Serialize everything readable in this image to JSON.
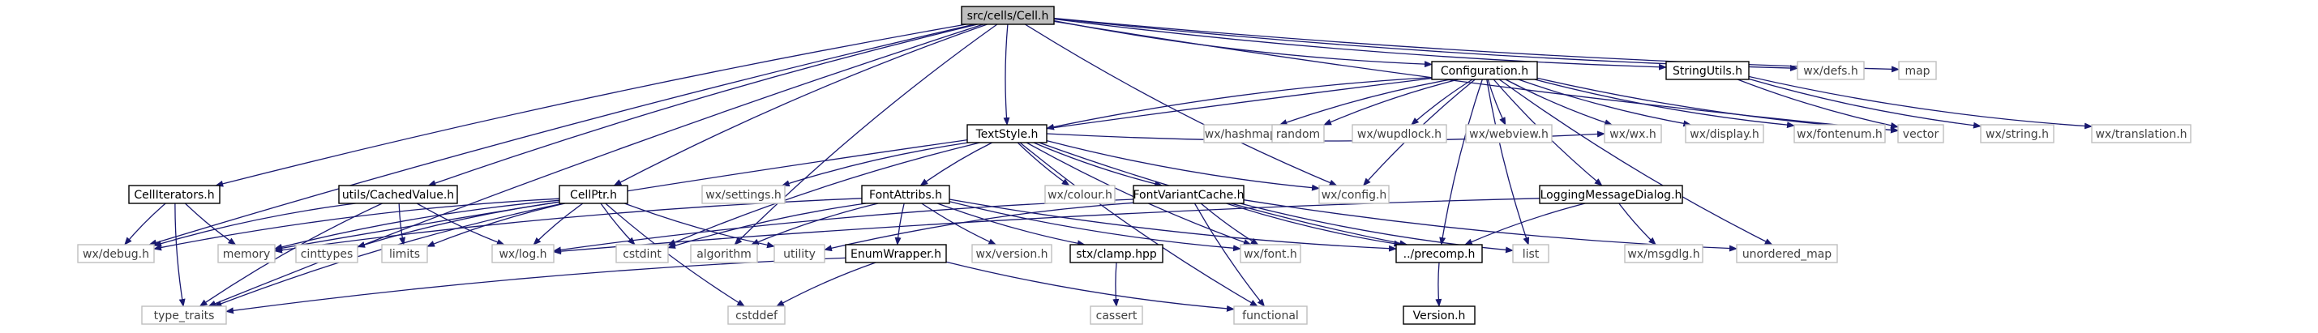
{
  "title": "src/cells/Cell.h",
  "colors": {
    "edge": "#191970",
    "root_fill": "#bfbfbf",
    "doc_border": "#000000",
    "ext_border": "#bfbfbf",
    "ext_text": "#404040",
    "fill": "#ffffff"
  },
  "nodes": [
    {
      "id": "cell",
      "label": "src/cells/Cell.h",
      "kind": "root"
    },
    {
      "id": "stringutils",
      "label": "StringUtils.h",
      "kind": "doc"
    },
    {
      "id": "wxdefs",
      "label": "wx/defs.h",
      "kind": "ext"
    },
    {
      "id": "map",
      "label": "map",
      "kind": "ext"
    },
    {
      "id": "configuration",
      "label": "Configuration.h",
      "kind": "doc"
    },
    {
      "id": "textstyle",
      "label": "TextStyle.h",
      "kind": "doc"
    },
    {
      "id": "wxhashmap",
      "label": "wx/hashmap.h",
      "kind": "ext"
    },
    {
      "id": "random",
      "label": "random",
      "kind": "ext"
    },
    {
      "id": "wxwupdlock",
      "label": "wx/wupdlock.h",
      "kind": "ext"
    },
    {
      "id": "wxwebview",
      "label": "wx/webview.h",
      "kind": "ext"
    },
    {
      "id": "wxwx",
      "label": "wx/wx.h",
      "kind": "ext"
    },
    {
      "id": "wxdisplay",
      "label": "wx/display.h",
      "kind": "ext"
    },
    {
      "id": "wxfontenum",
      "label": "wx/fontenum.h",
      "kind": "ext"
    },
    {
      "id": "vector",
      "label": "vector",
      "kind": "ext"
    },
    {
      "id": "wxstring",
      "label": "wx/string.h",
      "kind": "ext"
    },
    {
      "id": "wxtranslation",
      "label": "wx/translation.h",
      "kind": "ext"
    },
    {
      "id": "celliterators",
      "label": "CellIterators.h",
      "kind": "doc"
    },
    {
      "id": "cachedvalue",
      "label": "utils/CachedValue.h",
      "kind": "doc"
    },
    {
      "id": "cellptr",
      "label": "CellPtr.h",
      "kind": "doc"
    },
    {
      "id": "wxsettings",
      "label": "wx/settings.h",
      "kind": "ext"
    },
    {
      "id": "fontattribs",
      "label": "FontAttribs.h",
      "kind": "doc"
    },
    {
      "id": "wxcolour",
      "label": "wx/colour.h",
      "kind": "ext"
    },
    {
      "id": "wxconfig",
      "label": "wx/config.h",
      "kind": "ext"
    },
    {
      "id": "fontvariantcache",
      "label": "FontVariantCache.h",
      "kind": "doc"
    },
    {
      "id": "loggingdialog",
      "label": "LoggingMessageDialog.h",
      "kind": "doc"
    },
    {
      "id": "wxdebug",
      "label": "wx/debug.h",
      "kind": "ext"
    },
    {
      "id": "memory",
      "label": "memory",
      "kind": "ext"
    },
    {
      "id": "cinttypes",
      "label": "cinttypes",
      "kind": "ext"
    },
    {
      "id": "limits",
      "label": "limits",
      "kind": "ext"
    },
    {
      "id": "wxlog",
      "label": "wx/log.h",
      "kind": "ext"
    },
    {
      "id": "cstdint",
      "label": "cstdint",
      "kind": "ext"
    },
    {
      "id": "algorithm",
      "label": "algorithm",
      "kind": "ext"
    },
    {
      "id": "utility",
      "label": "utility",
      "kind": "ext"
    },
    {
      "id": "enumwrapper",
      "label": "EnumWrapper.h",
      "kind": "doc"
    },
    {
      "id": "wxversion",
      "label": "wx/version.h",
      "kind": "ext"
    },
    {
      "id": "stxclamp",
      "label": "stx/clamp.hpp",
      "kind": "doc"
    },
    {
      "id": "wxfont",
      "label": "wx/font.h",
      "kind": "ext"
    },
    {
      "id": "precomp",
      "label": "../precomp.h",
      "kind": "doc"
    },
    {
      "id": "list",
      "label": "list",
      "kind": "ext"
    },
    {
      "id": "wxmsgdlg",
      "label": "wx/msgdlg.h",
      "kind": "ext"
    },
    {
      "id": "unorderedmap",
      "label": "unordered_map",
      "kind": "ext"
    },
    {
      "id": "typetraits",
      "label": "type_traits",
      "kind": "ext"
    },
    {
      "id": "cstddef",
      "label": "cstddef",
      "kind": "ext"
    },
    {
      "id": "functional",
      "label": "functional",
      "kind": "ext"
    },
    {
      "id": "cassert",
      "label": "cassert",
      "kind": "ext"
    },
    {
      "id": "versionh",
      "label": "Version.h",
      "kind": "doc"
    }
  ],
  "edges": [
    [
      "cell",
      "stringutils"
    ],
    [
      "cell",
      "wxdefs"
    ],
    [
      "cell",
      "map"
    ],
    [
      "cell",
      "configuration"
    ],
    [
      "cell",
      "textstyle"
    ],
    [
      "cell",
      "celliterators"
    ],
    [
      "cell",
      "cachedvalue"
    ],
    [
      "cell",
      "cellptr"
    ],
    [
      "cell",
      "typetraits"
    ],
    [
      "cell",
      "algorithm"
    ],
    [
      "cell",
      "wxconfig"
    ],
    [
      "cell",
      "vector"
    ],
    [
      "cell",
      "wxdebug"
    ],
    [
      "stringutils",
      "vector"
    ],
    [
      "stringutils",
      "wxstring"
    ],
    [
      "stringutils",
      "wxtranslation"
    ],
    [
      "configuration",
      "textstyle"
    ],
    [
      "configuration",
      "wxhashmap"
    ],
    [
      "configuration",
      "random"
    ],
    [
      "configuration",
      "wxwupdlock"
    ],
    [
      "configuration",
      "wxwebview"
    ],
    [
      "configuration",
      "wxwx"
    ],
    [
      "configuration",
      "wxdisplay"
    ],
    [
      "configuration",
      "wxfontenum"
    ],
    [
      "configuration",
      "vector"
    ],
    [
      "configuration",
      "loggingdialog"
    ],
    [
      "configuration",
      "precomp"
    ],
    [
      "configuration",
      "unorderedmap"
    ],
    [
      "configuration",
      "list"
    ],
    [
      "configuration",
      "wxconfig"
    ],
    [
      "configuration",
      "memory"
    ],
    [
      "textstyle",
      "wxsettings"
    ],
    [
      "textstyle",
      "fontattribs"
    ],
    [
      "textstyle",
      "wxcolour"
    ],
    [
      "textstyle",
      "wxconfig"
    ],
    [
      "textstyle",
      "fontvariantcache"
    ],
    [
      "textstyle",
      "precomp"
    ],
    [
      "textstyle",
      "wxfont"
    ],
    [
      "textstyle",
      "cstdint"
    ],
    [
      "textstyle",
      "functional"
    ],
    [
      "textstyle",
      "wxwx"
    ],
    [
      "celliterators",
      "wxdebug"
    ],
    [
      "celliterators",
      "memory"
    ],
    [
      "celliterators",
      "typetraits"
    ],
    [
      "cachedvalue",
      "wxdebug"
    ],
    [
      "cachedvalue",
      "limits"
    ],
    [
      "cachedvalue",
      "wxlog"
    ],
    [
      "cachedvalue",
      "typetraits"
    ],
    [
      "cellptr",
      "wxdebug"
    ],
    [
      "cellptr",
      "memory"
    ],
    [
      "cellptr",
      "cinttypes"
    ],
    [
      "cellptr",
      "limits"
    ],
    [
      "cellptr",
      "wxlog"
    ],
    [
      "cellptr",
      "cstdint"
    ],
    [
      "cellptr",
      "utility"
    ],
    [
      "cellptr",
      "typetraits"
    ],
    [
      "cellptr",
      "cstddef"
    ],
    [
      "fontattribs",
      "memory"
    ],
    [
      "fontattribs",
      "cstdint"
    ],
    [
      "fontattribs",
      "algorithm"
    ],
    [
      "fontattribs",
      "enumwrapper"
    ],
    [
      "fontattribs",
      "wxversion"
    ],
    [
      "fontattribs",
      "stxclamp"
    ],
    [
      "fontattribs",
      "wxfont"
    ],
    [
      "fontattribs",
      "precomp"
    ],
    [
      "fontvariantcache",
      "utility"
    ],
    [
      "fontvariantcache",
      "wxfont"
    ],
    [
      "fontvariantcache",
      "functional"
    ],
    [
      "fontvariantcache",
      "precomp"
    ],
    [
      "fontvariantcache",
      "list"
    ],
    [
      "fontvariantcache",
      "unorderedmap"
    ],
    [
      "fontvariantcache",
      "wxlog"
    ],
    [
      "loggingdialog",
      "precomp"
    ],
    [
      "loggingdialog",
      "wxmsgdlg"
    ],
    [
      "loggingdialog",
      "wxlog"
    ],
    [
      "enumwrapper",
      "typetraits"
    ],
    [
      "enumwrapper",
      "cstddef"
    ],
    [
      "enumwrapper",
      "functional"
    ],
    [
      "stxclamp",
      "cassert"
    ],
    [
      "precomp",
      "versionh"
    ]
  ]
}
